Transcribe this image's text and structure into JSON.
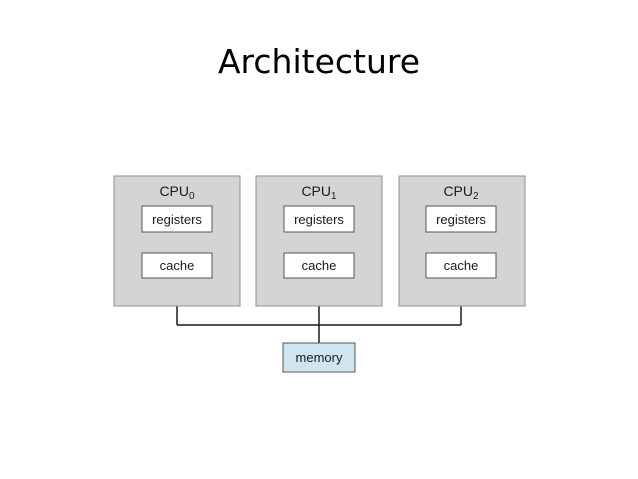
{
  "title": "Architecture",
  "cpus": [
    {
      "name": "CPU",
      "subscript": "0",
      "registers": "registers",
      "cache": "cache"
    },
    {
      "name": "CPU",
      "subscript": "1",
      "registers": "registers",
      "cache": "cache"
    },
    {
      "name": "CPU",
      "subscript": "2",
      "registers": "registers",
      "cache": "cache"
    }
  ],
  "memory": {
    "label": "memory"
  },
  "colors": {
    "cpu_fill": "#d4d4d6",
    "cpu_stroke": "#8f8f92",
    "box_fill": "#ffffff",
    "box_stroke": "#555555",
    "memory_fill": "#cfe6f0",
    "line": "#1a1a1a"
  }
}
